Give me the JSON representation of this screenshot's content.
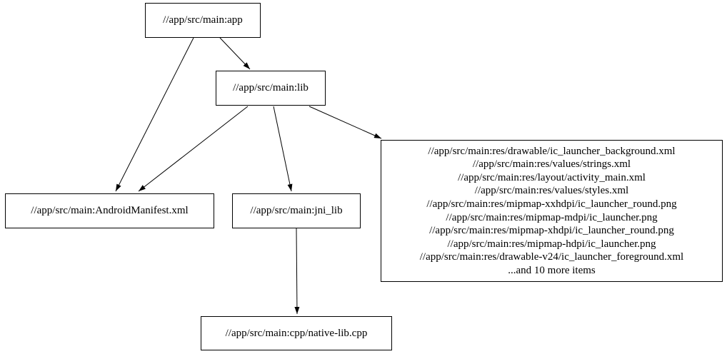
{
  "diagram": {
    "type": "dependency-graph",
    "colors": {
      "background": "#ffffff",
      "node_fill": "#ffffff",
      "node_border": "#000000",
      "edge": "#000000",
      "text": "#000000"
    },
    "nodes": {
      "app": {
        "label": "//app/src/main:app"
      },
      "lib": {
        "label": "//app/src/main:lib"
      },
      "android_manifest": {
        "label": "//app/src/main:AndroidManifest.xml"
      },
      "jni_lib": {
        "label": "//app/src/main:jni_lib"
      },
      "res_group": {
        "lines": [
          "//app/src/main:res/drawable/ic_launcher_background.xml",
          "//app/src/main:res/values/strings.xml",
          "//app/src/main:res/layout/activity_main.xml",
          "//app/src/main:res/values/styles.xml",
          "//app/src/main:res/mipmap-xxhdpi/ic_launcher_round.png",
          "//app/src/main:res/mipmap-mdpi/ic_launcher.png",
          "//app/src/main:res/mipmap-xhdpi/ic_launcher_round.png",
          "//app/src/main:res/mipmap-hdpi/ic_launcher.png",
          "//app/src/main:res/drawable-v24/ic_launcher_foreground.xml",
          "...and 10 more items"
        ]
      },
      "native_lib_cpp": {
        "label": "//app/src/main:cpp/native-lib.cpp"
      }
    },
    "edges": [
      {
        "from": "app",
        "to": "lib"
      },
      {
        "from": "app",
        "to": "android_manifest"
      },
      {
        "from": "lib",
        "to": "android_manifest"
      },
      {
        "from": "lib",
        "to": "jni_lib"
      },
      {
        "from": "lib",
        "to": "res_group"
      },
      {
        "from": "jni_lib",
        "to": "native_lib_cpp"
      }
    ]
  }
}
